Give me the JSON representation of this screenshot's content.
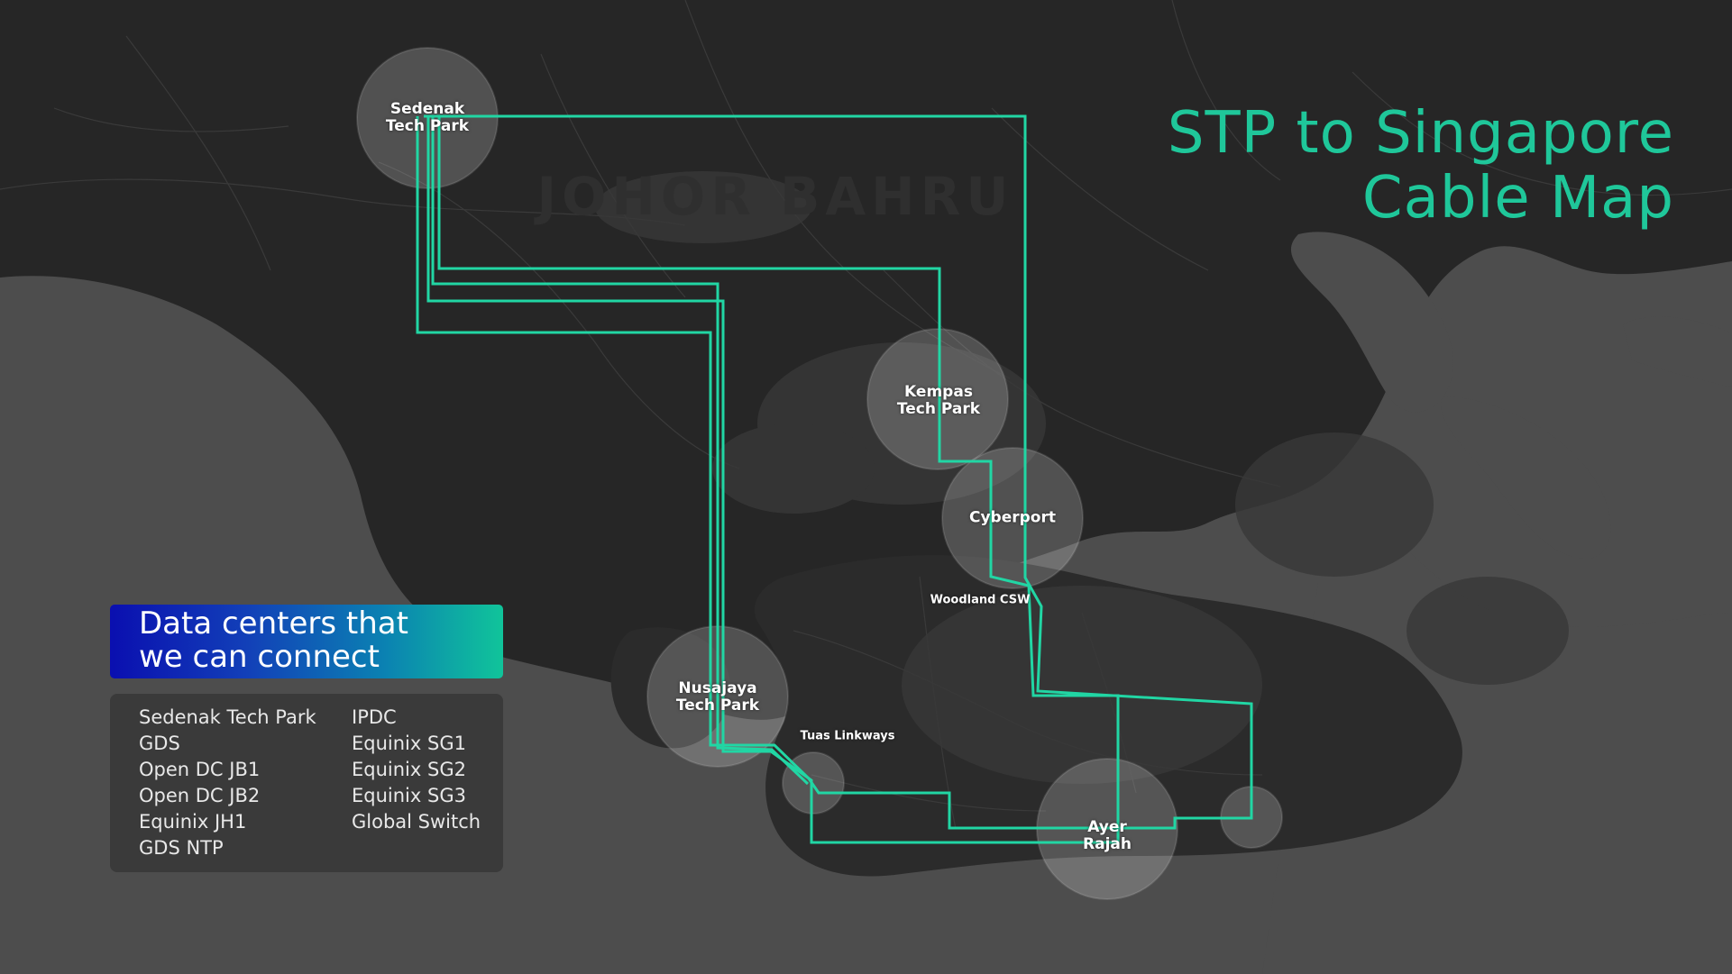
{
  "title": {
    "line1": "STP to Singapore",
    "line2": "Cable Map"
  },
  "colors": {
    "accent": "#1fc79a",
    "cable": "#21d6a4",
    "land": "#262626",
    "water": "#4d4d4d",
    "legend_gradient_start": "#0a0fb0",
    "legend_gradient_end": "#10c49a"
  },
  "map_labels": {
    "sedenak": "Sedenak\nTech Park",
    "kempas": "Kempas\nTech Park",
    "cyberport": "Cyberport",
    "woodland": "Woodland CSW",
    "nusajaya": "Nusajaya\nTech Park",
    "tuas": "Tuas Linkways",
    "ayer": "Ayer\nRajah",
    "johor_bahru": "JOHOR BAHRU"
  },
  "legend": {
    "title": "Data centers that\nwe can connect",
    "column1": [
      "Sedenak Tech Park",
      "GDS",
      "Open DC JB1",
      "Open DC JB2",
      "Equinix JH1",
      "GDS NTP"
    ],
    "column2": [
      "IPDC",
      "Equinix SG1",
      "Equinix SG2",
      "Equinix SG3",
      "Global Switch"
    ]
  }
}
